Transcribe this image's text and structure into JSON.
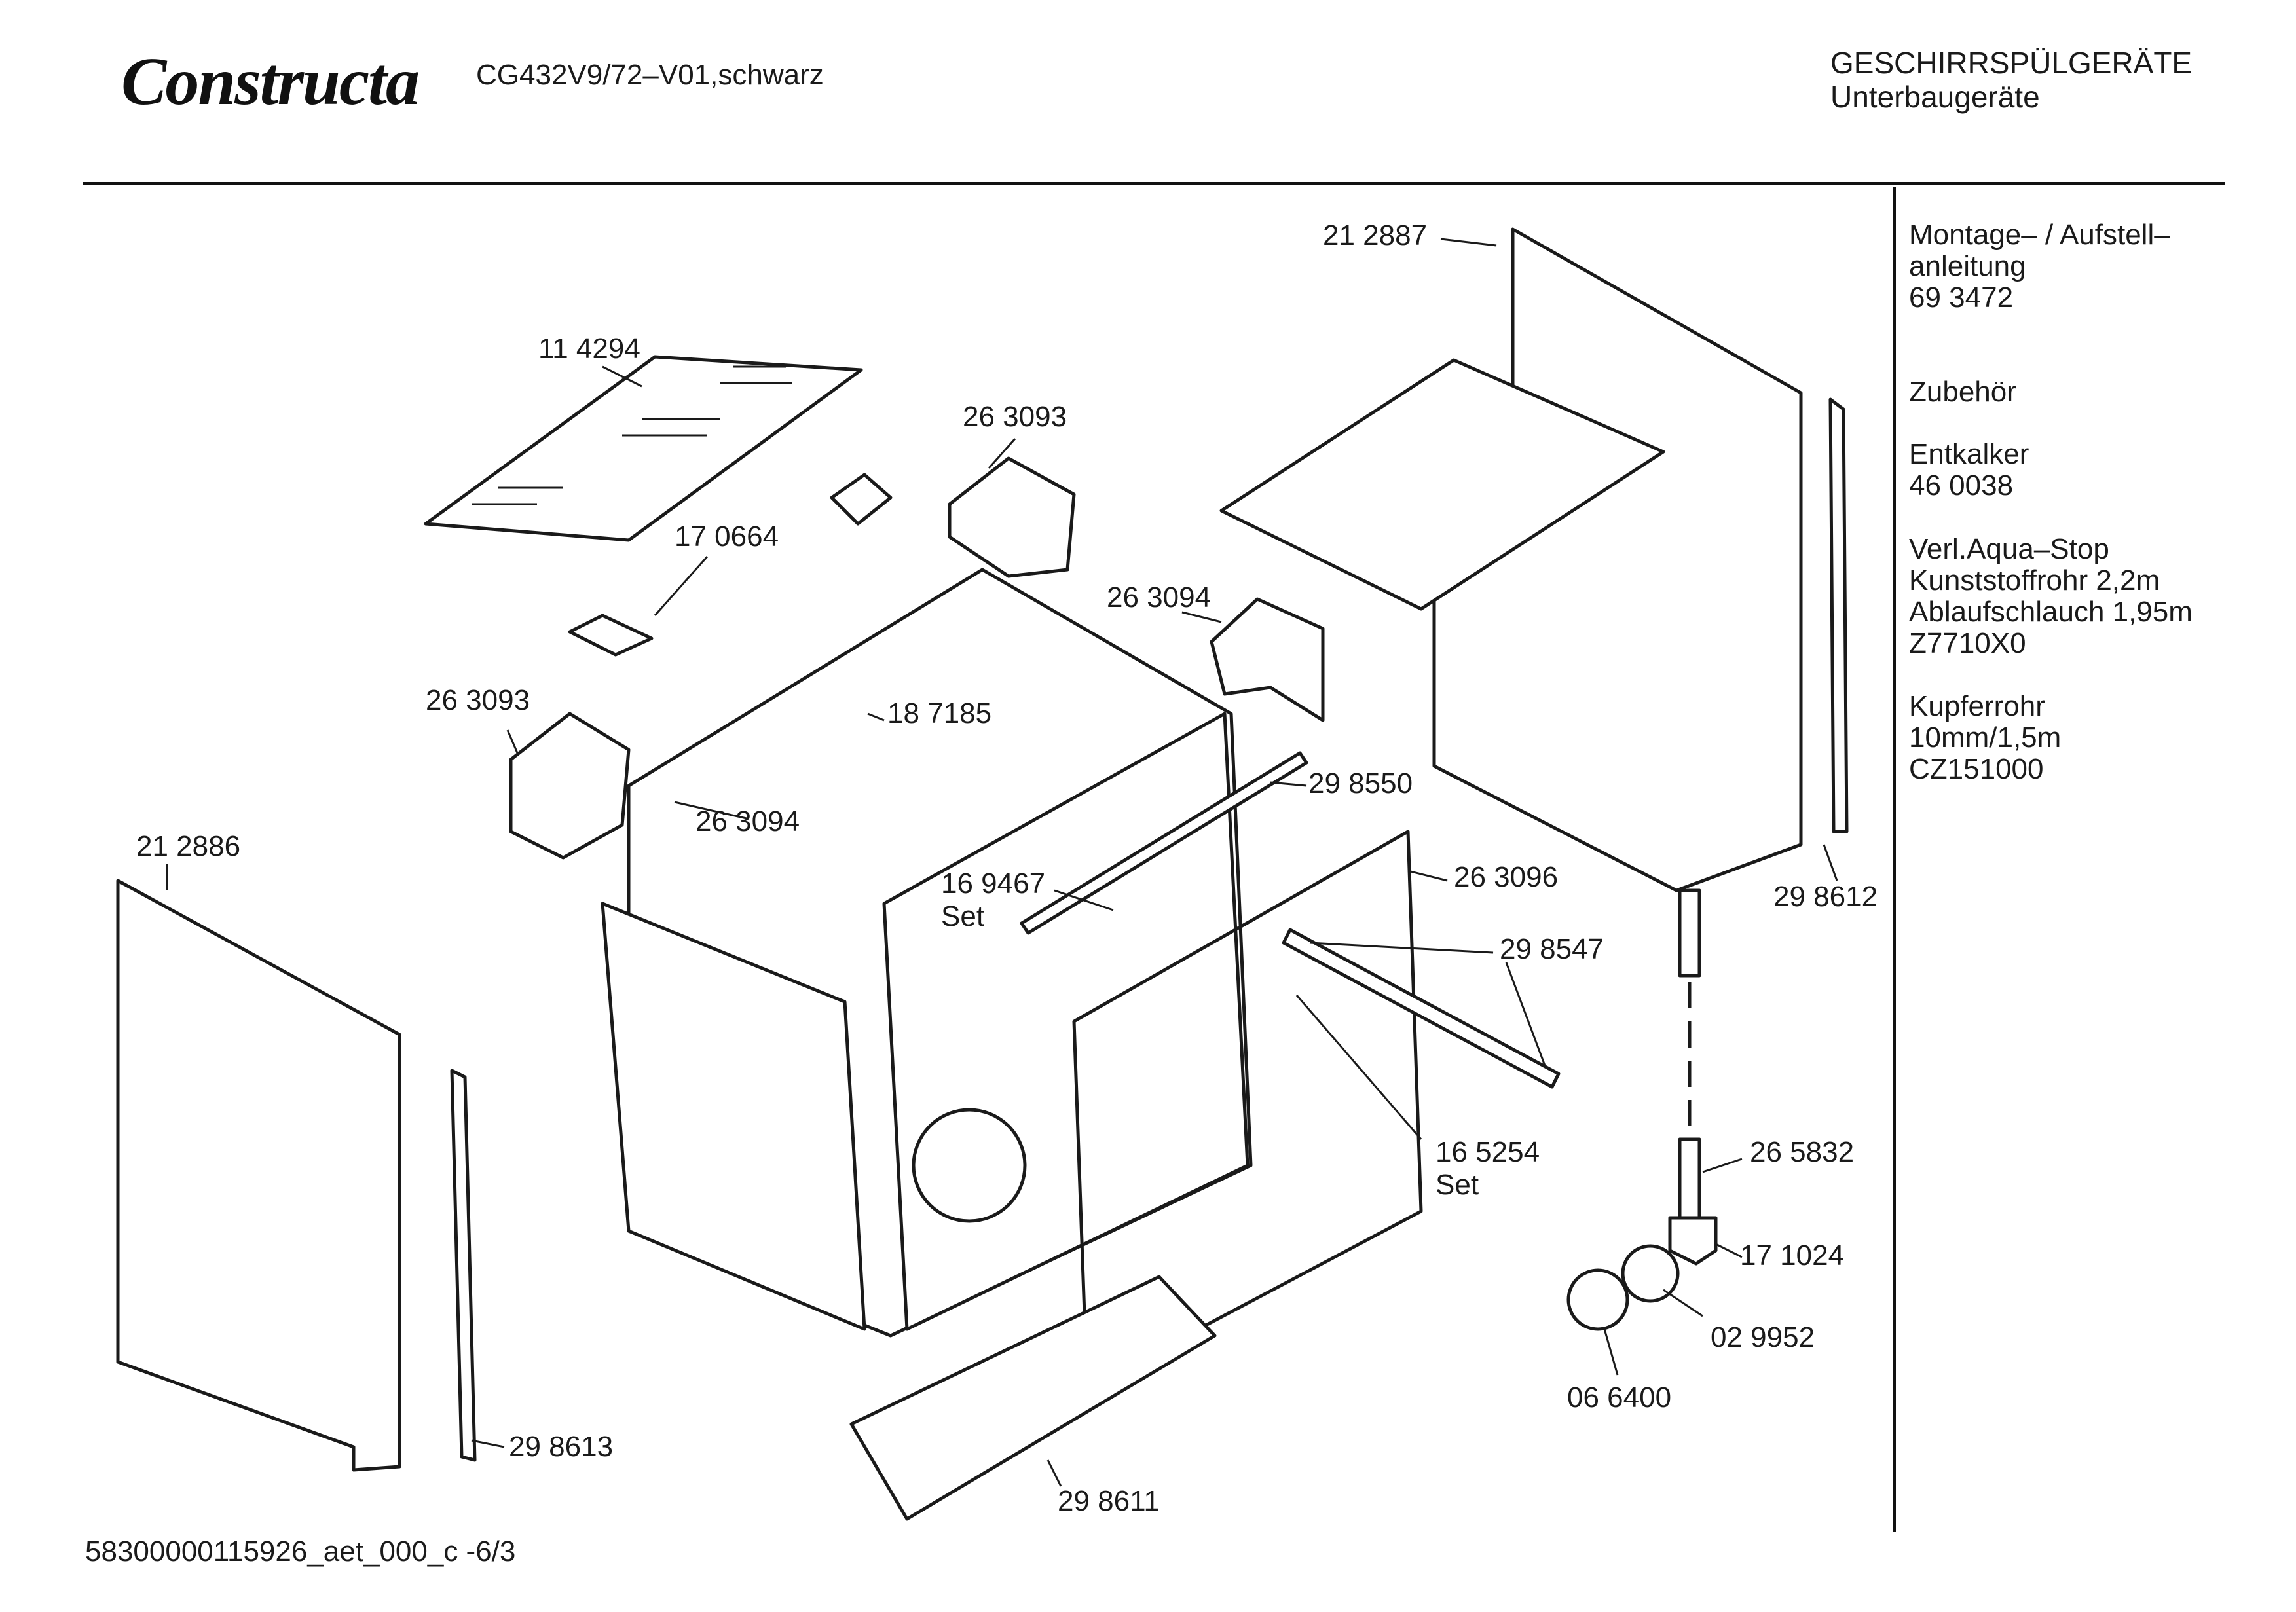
{
  "header": {
    "brand": "Constructa",
    "model": "CG432V9/72–V01,schwarz",
    "category_line1": "GESCHIRRSPÜLGERÄTE",
    "category_line2": "Unterbaugeräte"
  },
  "sidebar": {
    "manual": "Montage– / Aufstell–\nanleitung\n69 3472",
    "accessories_heading": "Zubehör",
    "descaler": "Entkalker\n46 0038",
    "aqua_stop": "Verl.Aqua–Stop\nKunststoffrohr 2,2m\nAblaufschlauch 1,95m\nZ7710X0",
    "copper": "Kupferrohr\n10mm/1,5m\nCZ151000"
  },
  "parts": {
    "p212887": "21 2887",
    "p114294": "11 4294",
    "p263093a": "26 3093",
    "p170664": "17 0664",
    "p263094a": "26 3094",
    "p263093b": "26 3093",
    "p187185": "18 7185",
    "p298550": "29 8550",
    "p212886": "21 2886",
    "p263094b": "26 3094",
    "p169467": "16 9467\nSet",
    "p263096": "26 3096",
    "p298612": "29 8612",
    "p298547": "29 8547",
    "p165254": "16 5254\nSet",
    "p265832": "26 5832",
    "p171024": "17 1024",
    "p029952": "02 9952",
    "p066400": "06 6400",
    "p298613": "29 8613",
    "p298611": "29 8611"
  },
  "footer": {
    "doc_id": "58300000115926_aet_000_c   -6/3"
  }
}
